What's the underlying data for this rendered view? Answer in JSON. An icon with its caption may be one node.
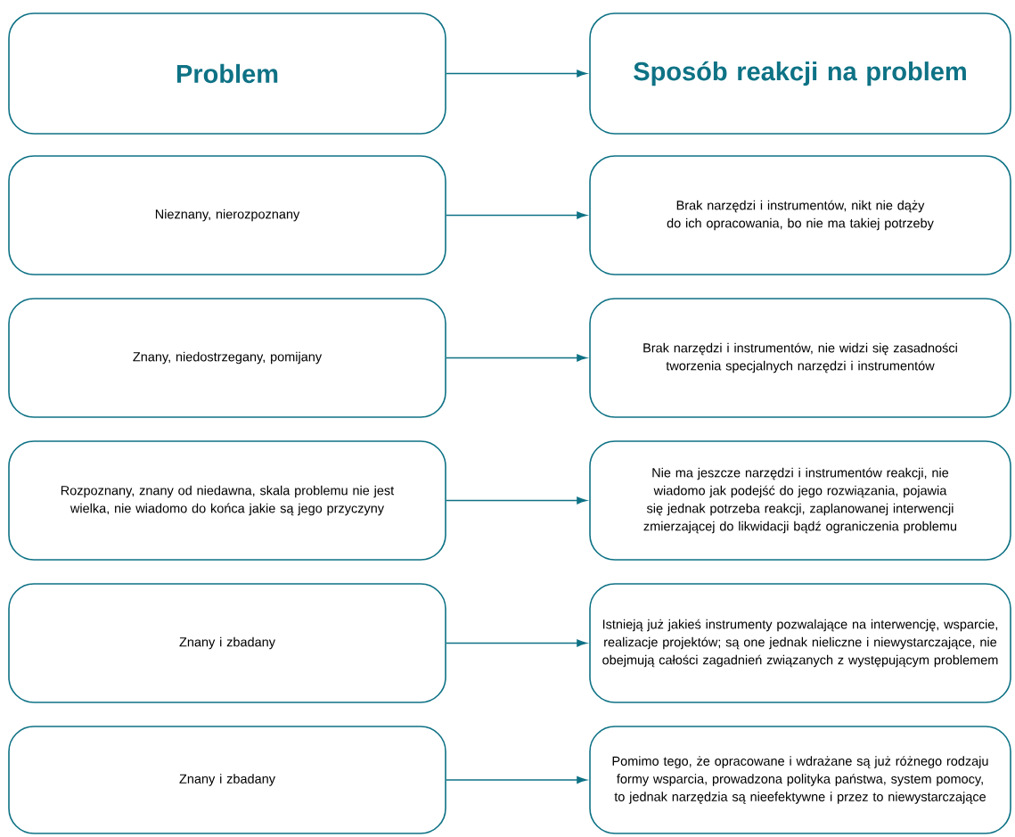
{
  "diagram": {
    "nodes": [
      {
        "text": [
          "Problem"
        ]
      },
      {
        "text": [
          "Sposób reakcji na problem"
        ]
      },
      {
        "text": [
          "Nieznany, nierozpoznany"
        ]
      },
      {
        "text": [
          "Brak narzędzi i instrumentów, nikt nie dąży do ich opracowania, bo nie ma takiej potrzeby"
        ]
      },
      {
        "text": [
          "Znany, niedostrzegany, pomijany"
        ]
      },
      {
        "text": [
          "Brak narzędzi i instrumentów, nie widzi się zasadności tworzenia specjalnych narzędzi i instrumentów"
        ]
      },
      {
        "text": [
          "Rozpoznany, znany od niedawna, skala problemu nie jest wielka, nie wiadomo do końca jakie są jego przyczyny"
        ]
      },
      {
        "text": [
          "Nie ma jeszcze narzędzi i instrumentów reakcji, nie wiadomo jak podejść do jego rozwiązania, pojawia się jednak potrzeba reakcji, zaplanowanej interwencji zmierzającej do likwidacji bądź ograniczenia problemu"
        ]
      },
      {
        "text": [
          "Znany i zbadany"
        ]
      },
      {
        "text": [
          "Istnieją już jakieś instrumenty pozwalające na interwencję, wsparcie, realizacje projektów; są one jednak nieliczne i niewystarczające, nie obejmują całości zagadnień związanych z występującym problemem"
        ]
      },
      {
        "text": [
          "Znany i zbadany"
        ]
      },
      {
        "text": [
          "Pomimo tego, że opracowane i wdrażane są już różnego rodzaju formy wsparcia, prowadzona polityka państwa, system pomocy, to jednak narzędzia są nieefektywne i przez to niewystarczające"
        ]
      }
    ],
    "edges": [
      {
        "from": 0,
        "to": 1,
        "arrow": "to"
      },
      {
        "from": 2,
        "to": 3,
        "arrow": "to"
      },
      {
        "from": 4,
        "to": 5,
        "arrow": "to"
      },
      {
        "from": 6,
        "to": 7,
        "arrow": "to"
      },
      {
        "from": 8,
        "to": 9,
        "arrow": "to"
      },
      {
        "from": 10,
        "to": 11,
        "arrow": "to"
      }
    ]
  }
}
